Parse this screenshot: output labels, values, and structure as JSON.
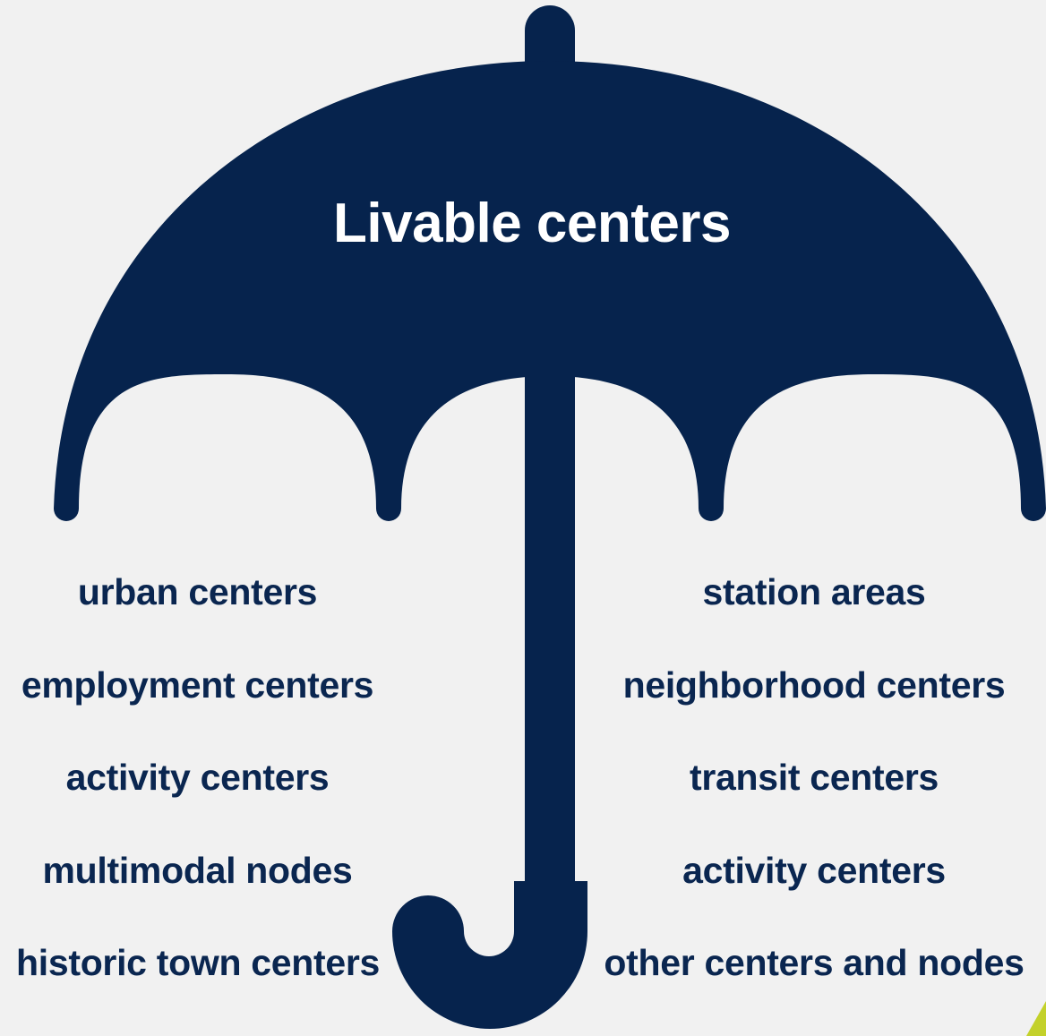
{
  "title": "Livable centers",
  "left_terms": [
    "urban centers",
    "employment centers",
    "activity centers",
    "multimodal nodes",
    "historic town centers"
  ],
  "right_terms": [
    "station areas",
    "neighborhood centers",
    "transit centers",
    "activity centers",
    "other centers and nodes"
  ],
  "colors": {
    "umbrella": "#06234d",
    "background": "#f1f1f1",
    "text": "#0a2650",
    "corner_accent": "#c3d12b"
  }
}
